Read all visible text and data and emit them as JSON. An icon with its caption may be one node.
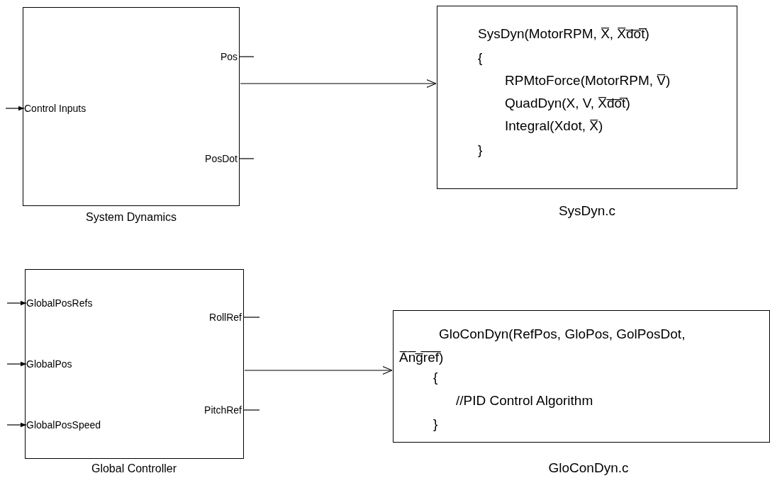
{
  "diagram": {
    "nodes": [
      {
        "text": [],
        "shape": "box",
        "beside": [
          "System Dynamics"
        ]
      },
      {
        "text": [
          "Control Inputs"
        ],
        "in": 0
      },
      {
        "text": [
          "Pos"
        ],
        "in": 0
      },
      {
        "text": [
          "PosDot"
        ],
        "in": 0
      },
      {
        "text": [
          "SysDyn(MotorRPM, X̅, X̅d̅o̅t̅)",
          "{",
          "RPMtoForce(MotorRPM, V̅)",
          "QuadDyn(X, V, X̅d̅o̅t̅)",
          "Integral(Xdot, X̅)",
          "}"
        ],
        "beside": [
          "SysDyn.c"
        ]
      },
      {
        "text": [],
        "shape": "box",
        "beside": [
          "Global Controller"
        ]
      },
      {
        "text": [
          "GlobalPosRefs"
        ],
        "in": 5
      },
      {
        "text": [
          "GlobalPos"
        ],
        "in": 5
      },
      {
        "text": [
          "GlobalPosSpeed"
        ],
        "in": 5
      },
      {
        "text": [
          "RollRef"
        ],
        "in": 5
      },
      {
        "text": [
          "PitchRef"
        ],
        "in": 5
      },
      {
        "text": [
          "GloConDyn(RefPos, GloPos, GolPosDot, A̅n̅g̅r̅e̅f̅)",
          "{",
          "//PID Control Algorithm",
          "}"
        ],
        "beside": [
          "GloConDyn.c"
        ]
      }
    ],
    "edges": [
      {
        "from": null,
        "to": 1,
        "arrow": "to"
      },
      {
        "from": 2,
        "to": null,
        "arrow": "none"
      },
      {
        "from": 3,
        "to": null,
        "arrow": "none"
      },
      {
        "from": 0,
        "to": 4,
        "arrow": "to"
      },
      {
        "from": null,
        "to": 6,
        "arrow": "to"
      },
      {
        "from": null,
        "to": 7,
        "arrow": "to"
      },
      {
        "from": null,
        "to": 8,
        "arrow": "to"
      },
      {
        "from": 9,
        "to": null,
        "arrow": "none"
      },
      {
        "from": 10,
        "to": null,
        "arrow": "none"
      },
      {
        "from": 5,
        "to": 11,
        "arrow": "to"
      }
    ]
  }
}
